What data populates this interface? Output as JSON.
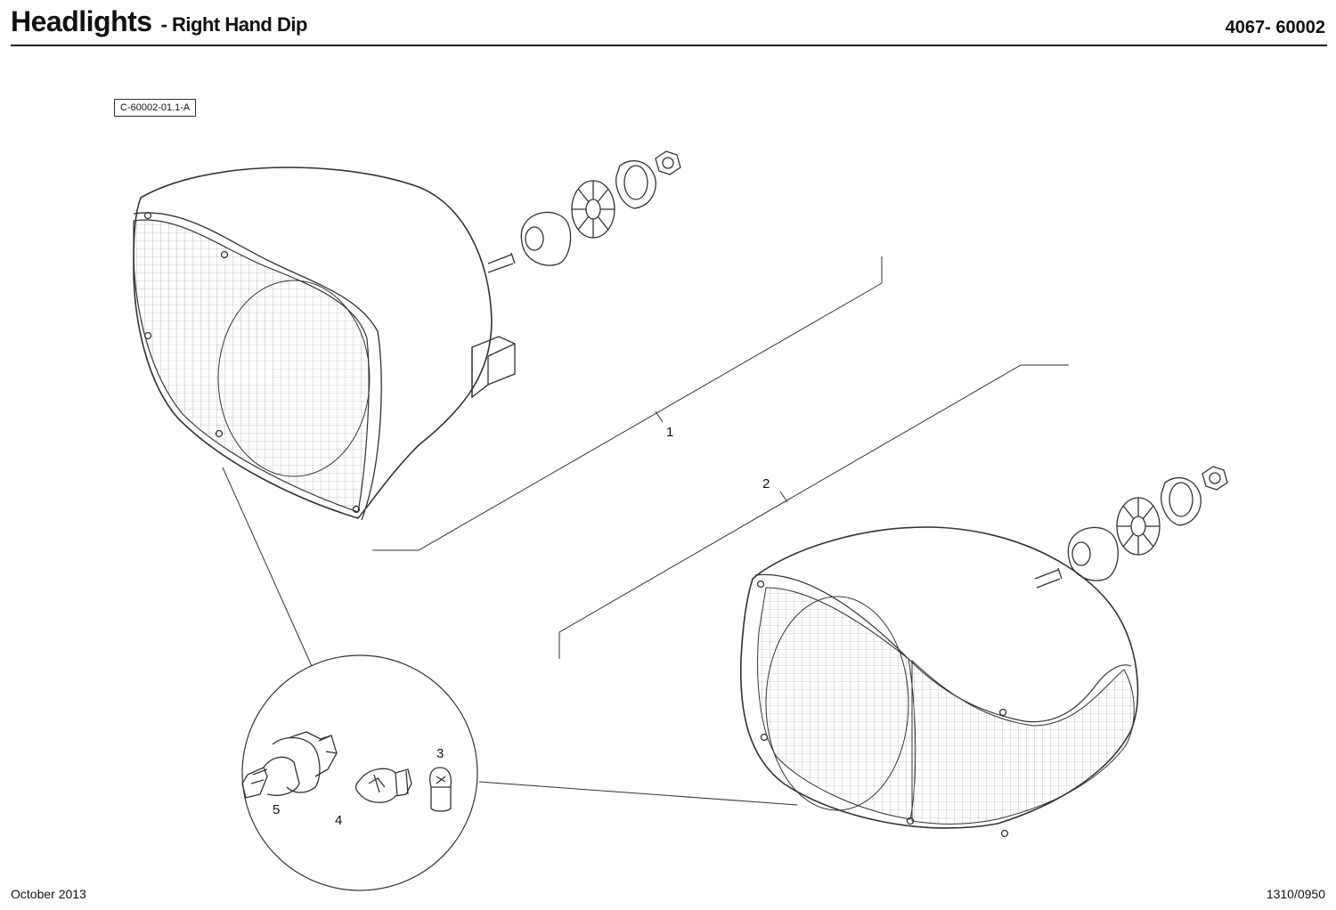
{
  "header": {
    "title": "Headlights",
    "subtitle": "- Right Hand Dip",
    "part_code": "4067- 60002"
  },
  "drawing_ref": "C-60002-01.1-A",
  "callouts": {
    "c1": "1",
    "c2": "2",
    "c3": "3",
    "c4": "4",
    "c5": "5"
  },
  "footer": {
    "date": "October 2013",
    "page_ref": "1310/0950"
  },
  "colors": {
    "line": "#333333",
    "rule": "#222222"
  }
}
